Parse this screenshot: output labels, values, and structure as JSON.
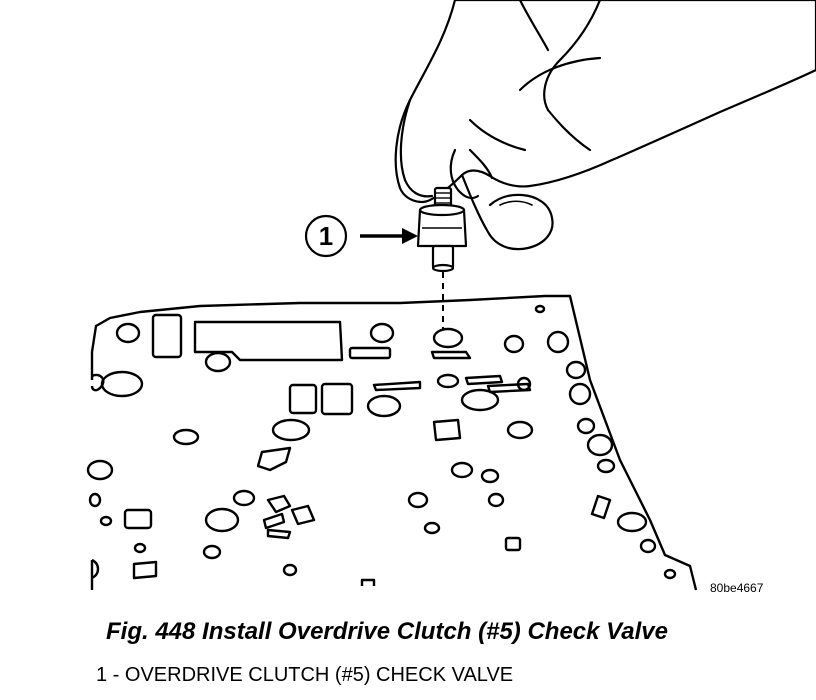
{
  "figure": {
    "callout_number": "1",
    "reference_code": "80be4667",
    "caption": "Fig. 448 Install Overdrive Clutch (#5) Check Valve",
    "legend_items": [
      {
        "label": "1 - OVERDRIVE CLUTCH (#5) CHECK VALVE"
      }
    ]
  },
  "colors": {
    "line": "#000000",
    "background": "#ffffff"
  },
  "icons": [
    "hand-illustration",
    "check-valve-icon",
    "callout-arrow-icon",
    "valve-body-plate"
  ]
}
